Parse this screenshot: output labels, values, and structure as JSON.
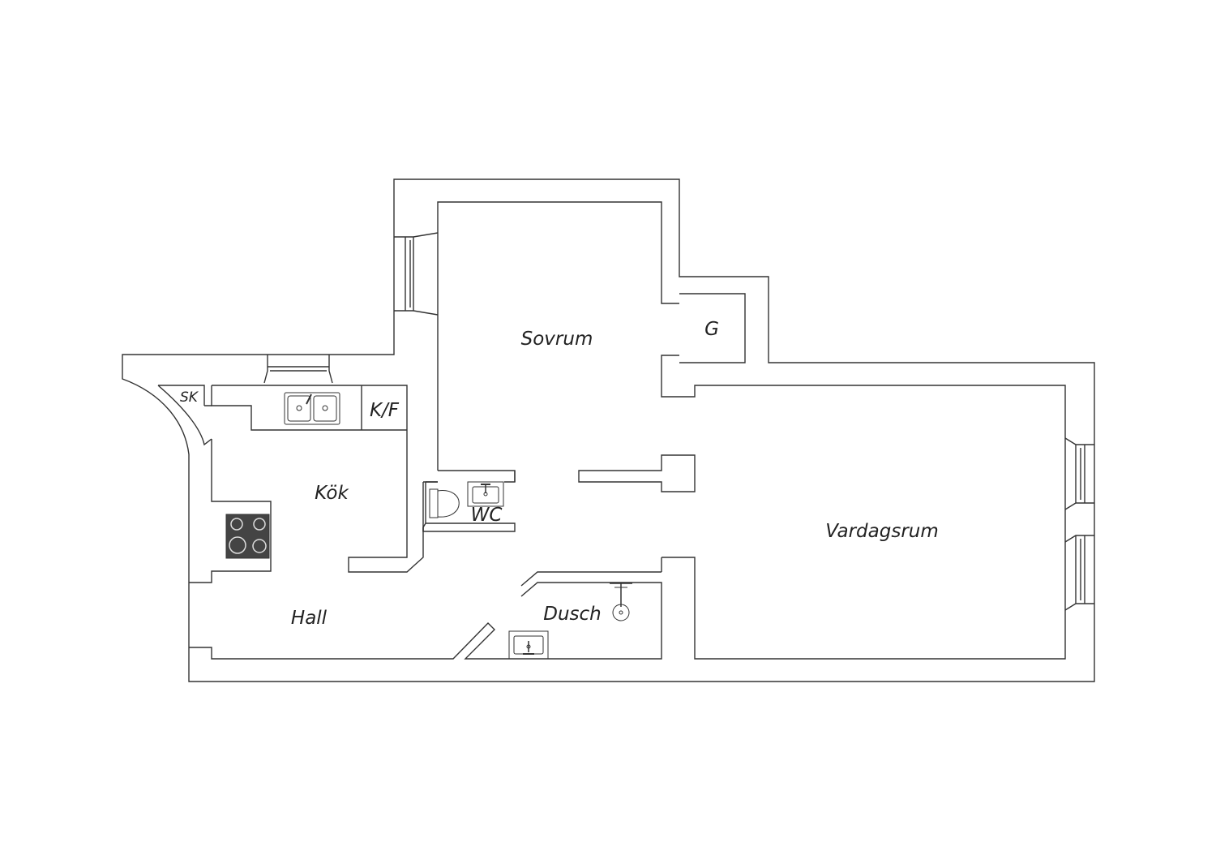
{
  "rooms": {
    "sovrum": "Sovrum",
    "g": "G",
    "sk": "SK",
    "kf": "K/F",
    "kok": "Kök",
    "wc": "WC",
    "vardagsrum": "Vardagsrum",
    "hall": "Hall",
    "dusch": "Dusch"
  },
  "colors": {
    "line": "#333333",
    "stove": "#444444",
    "background": "#ffffff"
  }
}
